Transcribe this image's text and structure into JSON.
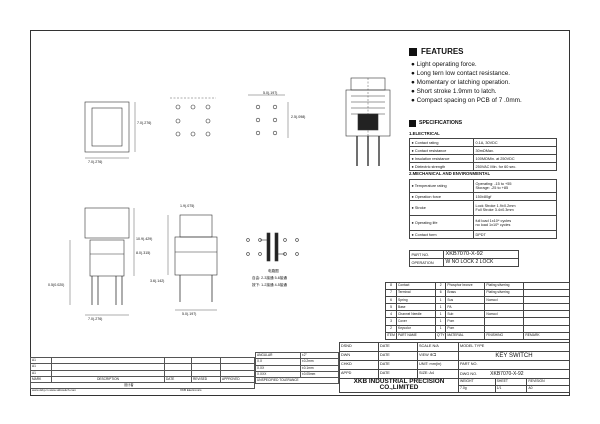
{
  "features": {
    "title": "FEATURES",
    "items": [
      "Light operating force.",
      "Long tern low contact resistance.",
      "Momentary or latching operation.",
      "Short stroke 1.9mm to latch.",
      "Compact spacing on PCB of 7 .0mm."
    ]
  },
  "specifications": {
    "title": "SPECIFICATIONS",
    "electrical_title": "1.ELECTRICAL",
    "electrical": [
      {
        "label": "Contact rating",
        "value": "0.1A, 30VDC"
      },
      {
        "label": "Contact resistance",
        "value": "30mΩMax."
      },
      {
        "label": "Insulation resistance",
        "value": "100MΩMin. at 250VDC"
      },
      {
        "label": "Dielectric strength",
        "value": "250VAC Min. for 60 sec."
      }
    ],
    "mechanical_title": "2.MECHANICAL AND ENVIRONMENTAL",
    "mechanical": [
      {
        "label": "Temperature rating",
        "value": "Operating: -15 to +55\nStorage: -25 to +85"
      },
      {
        "label": "Operation force",
        "value": "150±80gf"
      },
      {
        "label": "Stroke",
        "value": "Lock Stroke 1.9±0.2mm\nFull Stroke 3.4±0.3mm"
      },
      {
        "label": "Operating life",
        "value": "full load 1x10⁴ cycles\nno load 1x10⁵ cycles"
      },
      {
        "label": "Contact form",
        "value": "DPDT"
      }
    ]
  },
  "part": {
    "part_no_label": "PART NO.",
    "part_no": "XKB7070-X-92",
    "operation_label": "OPERATION",
    "operation": "W NO LOCK 2 LOCK"
  },
  "bom": {
    "rows": [
      {
        "no": "8",
        "name": "Contact",
        "qty": "2",
        "material": "Phosphor bronze",
        "finish": "Plating silvering"
      },
      {
        "no": "7",
        "name": "Terminal",
        "qty": "6",
        "material": "Brass",
        "finish": "Plating silvering"
      },
      {
        "no": "6",
        "name": "Spring",
        "qty": "1",
        "material": "Sus",
        "finish": "Nomocl"
      },
      {
        "no": "5",
        "name": "Base",
        "qty": "1",
        "material": "PA",
        "finish": ""
      },
      {
        "no": "4",
        "name": "Channel Needle",
        "qty": "1",
        "material": "Sub",
        "finish": "Nomocl"
      },
      {
        "no": "3",
        "name": "Cover",
        "qty": "1",
        "material": "Pom",
        "finish": ""
      },
      {
        "no": "2",
        "name": "Keycolor",
        "qty": "1",
        "material": "Pom",
        "finish": ""
      }
    ],
    "header": {
      "item": "ITEM",
      "name": "PART NAME",
      "qty": "Q'TY",
      "material": "MATERIAL",
      "finish": "FINISHING",
      "remark": "REMARK"
    }
  },
  "drawing": {
    "dim_top": "7.0(.276)",
    "dim_side": "7.0(.276)",
    "dim_pcb_w": "5.0(.197)",
    "dim_pcb_h": "2.5(.098)",
    "dim_front_w": "7.0(.276)",
    "dim_front_h1": "10.9(.429)",
    "dim_front_h2": "8.0(.315)",
    "dim_front_top": "1.9(.075)",
    "dim_pin": "0.5(0.020)",
    "dim_side_w": "5.0(.197)",
    "dim_side_h": "3.6(.142)",
    "schematic_caption_1": "电路图",
    "schematic_caption_2": "自由: 2-3接通 5-6接通",
    "schematic_caption_3": "按下: 1-2接通 4-5接通"
  },
  "title_block": {
    "dsnd": "DSND",
    "chkd": "CHKD",
    "dwn": "DWN",
    "appd": "APPD",
    "date": "DATE",
    "scale": "SCALE N/A",
    "model_label": "MODEL TYPE",
    "model": "KEY SWITCH",
    "view": "VIEW",
    "part_label": "PART NO.",
    "unit": "UNIT: mm(in)",
    "dwg_label": "DWG NO.",
    "dwg_no": "XKB7070-X-92",
    "size": "SIZE: A4",
    "weight_label": "WEIGHT",
    "weight": "7.0g",
    "sheet_label": "SHEET",
    "sheet": "1/1",
    "revision_label": "REVISION",
    "revision": "A0",
    "company": "XKB INDUSTRIAL PRECISION CO.,LIMITED"
  },
  "tolerance": {
    "header_angle": "ANGULAR",
    "angle_val": "±2°",
    "rows": [
      {
        "label": "X.X",
        "value": "±0.2mm"
      },
      {
        "label": "X.XX",
        "value": "±0.1mm"
      },
      {
        "label": "X.XXX",
        "value": "±0.05mm"
      }
    ],
    "note": "UNSPECIFIED TOLERANCE"
  },
  "revision_table": {
    "rows": [
      "A1",
      "A1",
      "A1"
    ],
    "headers": {
      "mark": "MARK",
      "description": "DESCRIPTION",
      "date": "DATE",
      "revised": "REVISED",
      "approved": "APPROVED"
    },
    "designer": "设计者",
    "footer_left": "www.xkbj.cn   www.xkbswitch.com",
    "footer_mid": "XKB Electronics"
  }
}
